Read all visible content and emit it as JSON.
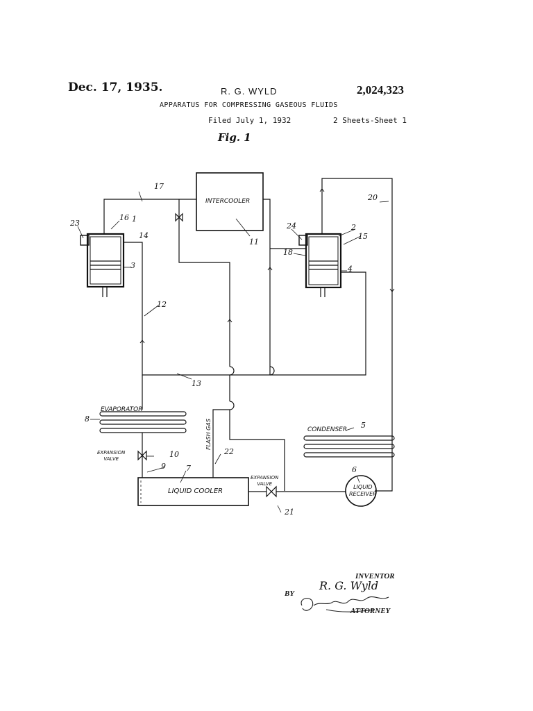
{
  "header": {
    "date": "Dec. 17, 1935.",
    "inventor": "R. G. WYLD",
    "patent_number": "2,024,323",
    "title": "APPARATUS FOR COMPRESSING GASEOUS FLUIDS",
    "filed": "Filed July 1, 1932",
    "sheet": "2 Sheets-Sheet 1",
    "figure": "Fig. 1"
  },
  "labels": {
    "intercooler": "INTERCOOLER",
    "evaporator": "EVAPORATOR",
    "condenser": "CONDENSER",
    "expansion_valve_1": "EXPANSION\nVALVE",
    "expansion_valve_2": "EXPANSION\nVALVE",
    "liquid_cooler": "LIQUID COOLER",
    "liquid_receiver": "LIQUID\nRECEIVER",
    "flash_gas": "FLASH GAS"
  },
  "reference_numerals": [
    "1",
    "2",
    "3",
    "4",
    "5",
    "6",
    "7",
    "8",
    "9",
    "10",
    "11",
    "12",
    "13",
    "14",
    "15",
    "16",
    "17",
    "18",
    "20",
    "21",
    "22",
    "23",
    "24"
  ],
  "signature": {
    "inventor_label": "INVENTOR",
    "inventor_signature": "R. G. Wyld",
    "by": "BY",
    "attorney_label": "ATTORNEY"
  }
}
